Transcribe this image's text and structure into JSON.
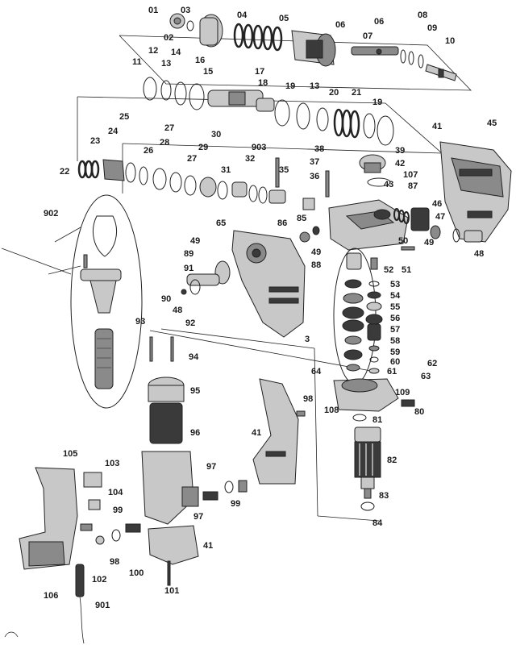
{
  "labels": [
    "01",
    "02",
    "03",
    "04",
    "05",
    "06",
    "06",
    "07",
    "08",
    "09",
    "10",
    "11",
    "12",
    "13",
    "14",
    "15",
    "16",
    "17",
    "18",
    "19",
    "13",
    "20",
    "21",
    "19",
    "22",
    "23",
    "24",
    "25",
    "26",
    "27",
    "28",
    "27",
    "29",
    "30",
    "31",
    "32",
    "903",
    "35",
    "36",
    "37",
    "38",
    "39",
    "42",
    "43",
    "107",
    "87",
    "41",
    "45",
    "46",
    "47",
    "48",
    "50",
    "49",
    "51",
    "52",
    "53",
    "54",
    "55",
    "56",
    "57",
    "58",
    "59",
    "60",
    "61",
    "62",
    "63",
    "108",
    "109",
    "64",
    "80",
    "81",
    "82",
    "83",
    "84",
    "85",
    "86",
    "65",
    "49",
    "88",
    "49",
    "89",
    "91",
    "90",
    "48",
    "92",
    "93",
    "94",
    "95",
    "96",
    "41",
    "98",
    "97",
    "99",
    "99",
    "97",
    "98",
    "100",
    "41",
    "101",
    "102",
    "103",
    "104",
    "105",
    "106",
    "901",
    "902",
    "3"
  ]
}
